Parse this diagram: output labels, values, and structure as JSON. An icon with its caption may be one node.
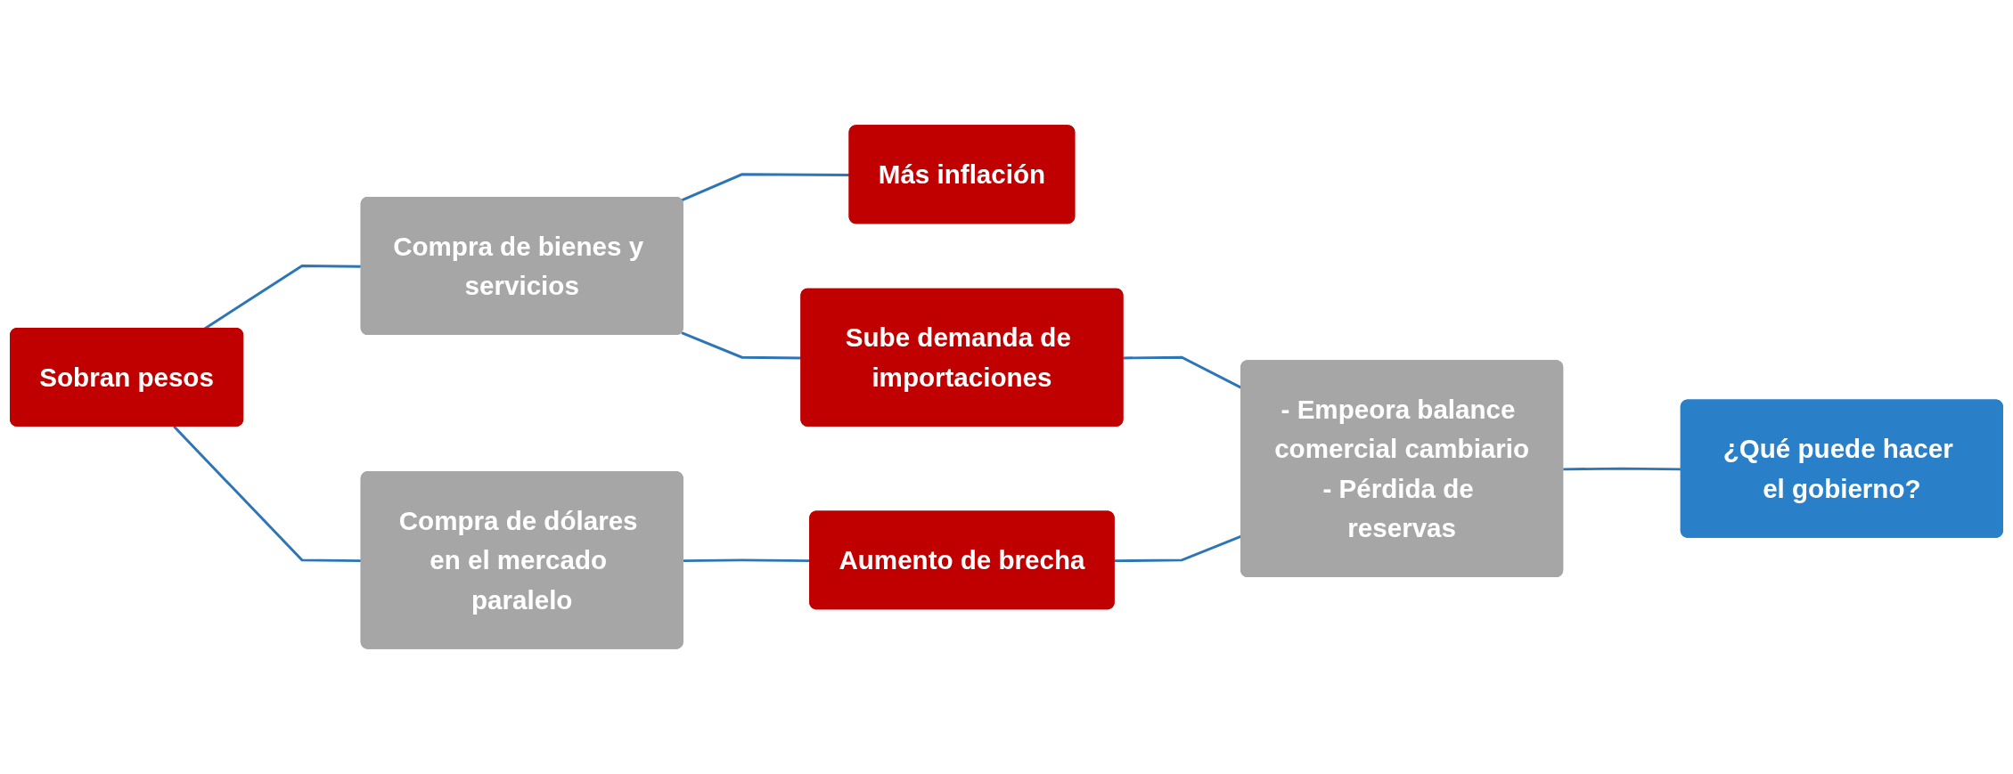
{
  "diagram": {
    "nodes": [
      {
        "text": [
          "Sobran pesos"
        ]
      },
      {
        "text": [
          "Compra de bienes y servicios"
        ]
      },
      {
        "text": [
          "Compra de dólares en el mercado paralelo"
        ]
      },
      {
        "text": [
          "Más inflación"
        ]
      },
      {
        "text": [
          "Sube demanda de importaciones"
        ]
      },
      {
        "text": [
          "Aumento de brecha"
        ]
      },
      {
        "text": [
          "- Empeora balance comercial cambiario",
          "- Pérdida de reservas"
        ]
      },
      {
        "text": [
          "¿Qué puede hacer el gobierno?"
        ]
      }
    ],
    "edges": [
      {
        "from": 0,
        "to": 1,
        "arrow": "none"
      },
      {
        "from": 0,
        "to": 2,
        "arrow": "none"
      },
      {
        "from": 1,
        "to": 3,
        "arrow": "none"
      },
      {
        "from": 1,
        "to": 4,
        "arrow": "none"
      },
      {
        "from": 2,
        "to": 5,
        "arrow": "none"
      },
      {
        "from": 4,
        "to": 6,
        "arrow": "none"
      },
      {
        "from": 5,
        "to": 6,
        "arrow": "none"
      },
      {
        "from": 6,
        "to": 7,
        "arrow": "none"
      }
    ]
  }
}
